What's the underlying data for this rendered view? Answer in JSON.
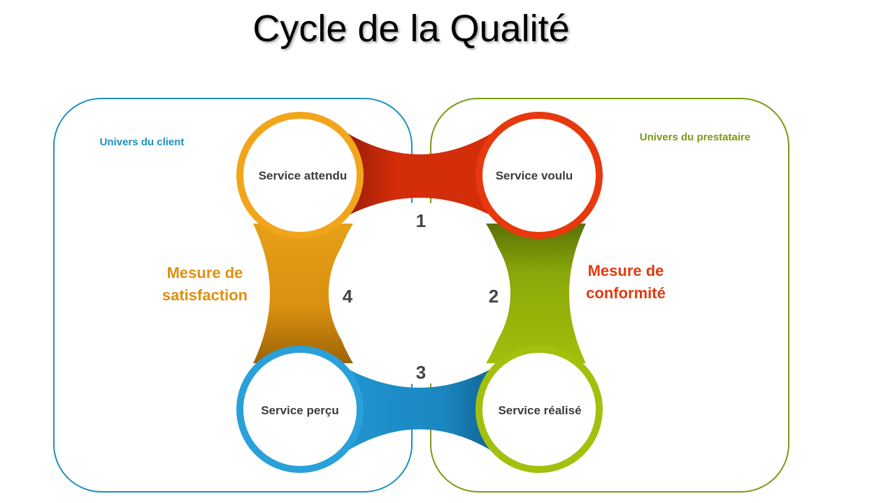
{
  "title": "Cycle de la Qualité",
  "universes": {
    "client": {
      "label": "Univers du client",
      "color": "#1f8fc0"
    },
    "prestataire": {
      "label": "Univers du prestataire",
      "color": "#7a9a14"
    }
  },
  "nodes": {
    "attendu": {
      "label": "Service attendu",
      "color": "#f2a51a"
    },
    "voulu": {
      "label": "Service voulu",
      "color": "#e8380d"
    },
    "percu": {
      "label": "Service perçu",
      "color": "#2aa0da"
    },
    "realise": {
      "label": "Service réalisé",
      "color": "#a3c00e"
    }
  },
  "links": {
    "top": {
      "number": "1",
      "color": "#d02e0e"
    },
    "right": {
      "number": "2",
      "color": "#8aa80a"
    },
    "bottom": {
      "number": "3",
      "color": "#1a8cc4"
    },
    "left": {
      "number": "4",
      "color": "#e29a14"
    }
  },
  "measures": {
    "satisfaction": {
      "line1": "Mesure de",
      "line2": "satisfaction",
      "color": "#e0900e"
    },
    "conformite": {
      "line1": "Mesure de",
      "line2": "conformité",
      "color": "#e03a10"
    }
  }
}
